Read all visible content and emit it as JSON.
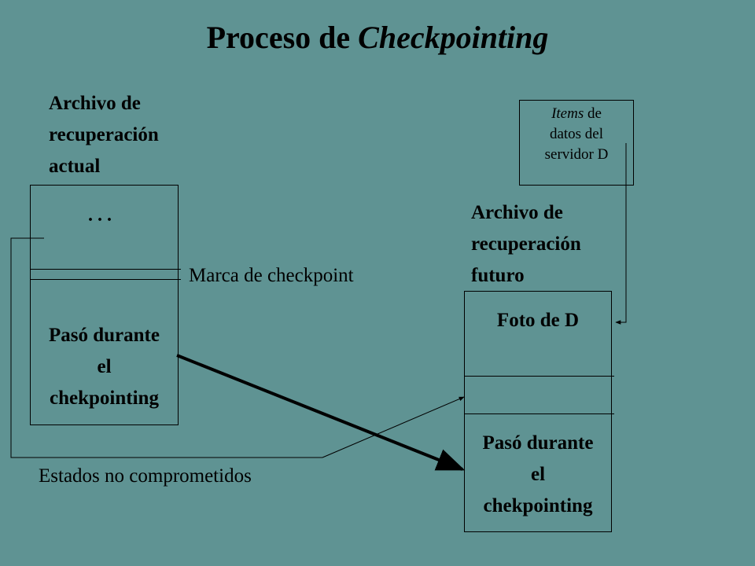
{
  "title": {
    "normal": "Proceso de ",
    "italic": "Checkpointing"
  },
  "left_log": {
    "heading_lines": [
      "Archivo de",
      "recuperación",
      "actual"
    ],
    "ellipsis": ". . .",
    "section_lines": [
      "Pasó durante",
      "el",
      "chekpointing"
    ]
  },
  "checkpoint_mark_label": "Marca de checkpoint",
  "uncommitted_label": "Estados no comprometidos",
  "server_box": {
    "line1_italic": "Items",
    "line1_rest": " de",
    "line2": "datos del",
    "line3": "servidor D"
  },
  "right_log": {
    "heading_lines": [
      "Archivo de",
      "recuperación",
      "futuro"
    ],
    "snapshot_label": "Foto de D",
    "section_lines": [
      "Pasó durante",
      "el",
      "chekpointing"
    ]
  },
  "colors": {
    "background": "#5f9393",
    "ink": "#000000"
  }
}
